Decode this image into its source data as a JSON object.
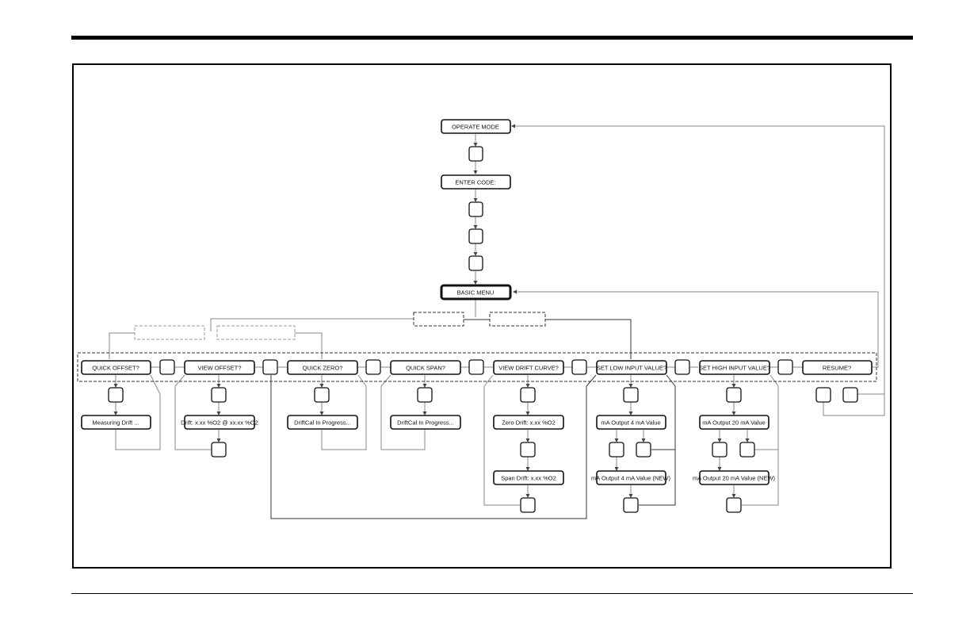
{
  "nodes": {
    "operate_mode": "OPERATE MODE",
    "enter_code": "ENTER CODE:",
    "basic_menu": "BASIC MENU",
    "quick_offset": "QUICK OFFSET?",
    "view_offset": "VIEW OFFSET?",
    "quick_zero": "QUICK ZERO?",
    "quick_span": "QUICK SPAN?",
    "view_drift_curve": "VIEW DRIFT CURVE?",
    "set_low_input": "SET LOW INPUT VALUE?",
    "set_high_input": "SET HIGH INPUT VALUE?",
    "resume": "RESUME?",
    "measuring_drift": "Measuring Drift ...",
    "drift_offset": "Drift: x.xx %O2 @ xx.xx %O2",
    "driftcal_zero": "DriftCal In Progress...",
    "driftcal_span": "DriftCal In Progress...",
    "zero_drift": "Zero Drift: x.xx %O2",
    "span_drift": "Span Drift: x.xx %O2",
    "ma_out_4": "mA Output 4 mA Value",
    "ma_out_4_new": "mA Output 4 mA Value (NEW)",
    "ma_out_20": "mA Output 20 mA Value",
    "ma_out_20_new": "mA Output 20 mA Value (NEW)"
  },
  "colors": {
    "line": "#000000",
    "connector": "#888888",
    "dashed": "#555555"
  }
}
